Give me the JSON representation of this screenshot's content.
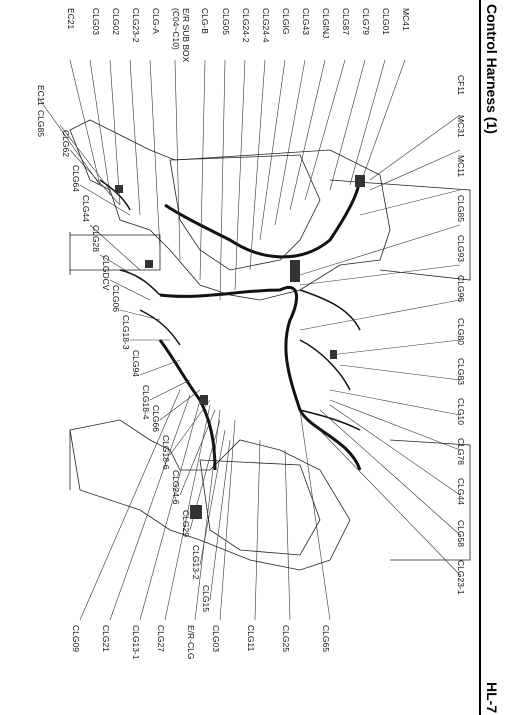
{
  "header": {
    "title": "Control Harness (1)",
    "page_number": "HL-7"
  },
  "callouts": {
    "left": [
      "MC41",
      "CLG01",
      "CLG79",
      "CLG87",
      "CLGINJ",
      "CLG43",
      "CLGIG",
      "CLG24-4",
      "CLG24-2",
      "CLG05",
      "CLG-B",
      "E/R SUB BOX",
      "(C04~C10)",
      "CLG-A",
      "CLG23-2",
      "CLG02",
      "CLG03",
      "EC21"
    ],
    "right": [
      "CF11",
      "MC31",
      "MC11",
      "CLG85",
      "CLG93",
      "CLG96",
      "CLG80",
      "CLG83",
      "CLG10",
      "CLG78",
      "CLG44",
      "CLG58",
      "CLG23-1"
    ],
    "middle_upper": [
      "EC11",
      "CLG85",
      "CLG62",
      "CLG64",
      "CLG44",
      "CLG28",
      "CLGDCV",
      "CLG06",
      "CLG18-3",
      "CLG94",
      "CLG18-4",
      "CLG66",
      "CLG18-6",
      "CLG24-6",
      "CLG29",
      "CLG13-2",
      "CLG15"
    ],
    "bottom": [
      "CLG09",
      "CLG21",
      "CLG13-1",
      "CLG27",
      "E/R-CLG",
      "CLG03",
      "CLG11",
      "CLG25",
      "CLG65"
    ]
  },
  "colors": {
    "ink": "#111111",
    "background": "#ffffff"
  }
}
